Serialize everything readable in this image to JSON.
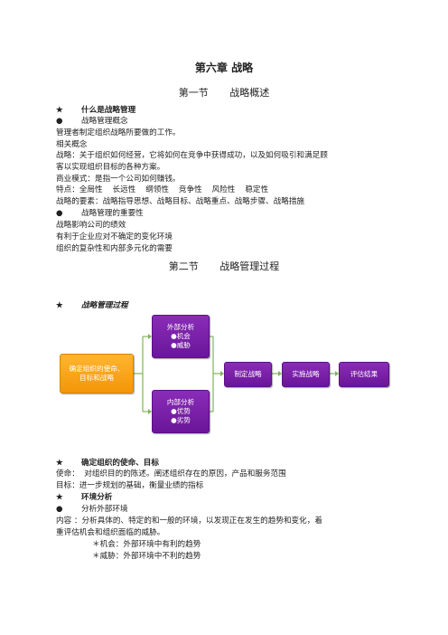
{
  "chapter_title": "第六章  战略",
  "section1": {
    "num": "第一节",
    "title": "战略概述"
  },
  "s1": {
    "h1": "什么是战略管理",
    "b1": "战略管理概念",
    "l1": "管理者制定组织战略所要做的工作。",
    "l2": "相关概念",
    "l3": "战略：关于组织如何经营，它将如何在竞争中获得成功，以及如何吸引和满足顾",
    "l3b": "客以实现组织目标的各种方案。",
    "l4": "商业模式：是指一个公司如何赚钱。",
    "l5": "特点：全局性    长远性    纲领性    竞争性    风险性    稳定性",
    "l6": "战略的要素：战略指导思想、战略目标、战略重点、战略步骤、战略措施",
    "b2": "战略管理的重要性",
    "l7": "战略影响公司的绩效",
    "l8": "有利于企业应对不确定的变化环境",
    "l9": "组织的复杂性和内部多元化的需要"
  },
  "section2": {
    "num": "第二节",
    "title": "战略管理过程"
  },
  "s2": {
    "h1": "战略管理过程",
    "diagram": {
      "left_box": [
        "确定组织的使命、",
        "目标和战略"
      ],
      "ext_box": [
        "外部分析",
        "●机会",
        "●威胁"
      ],
      "int_box": [
        "内部分析",
        "●优势",
        "●劣势"
      ],
      "step1": "制定战略",
      "step2": "实施战略",
      "step3": "评估结果"
    },
    "h2": "确定组织的使命、目标",
    "l1": "使命：  对组织目的的陈述。阐述组织存在的原因，产品和服务范围",
    "l2": "目标：进一步规划的基础，衡量业绩的指标",
    "h3": "环境分析",
    "b1": "分析外部环境",
    "l3": "内容 ：分析具体的、特定的和一般的环境，以发现正在发生的趋势和变化，着",
    "l3b": "重评估机会和组织面临的威胁。",
    "l4": "＊机会：外部环境中有利的趋势",
    "l5": "＊威胁：外部环境中不利的趋势"
  },
  "symbols": {
    "star": "★",
    "bullet": "●"
  },
  "colors": {
    "purple": "#6a1699",
    "orange": "#f39608",
    "connector": "#7fb55a"
  }
}
